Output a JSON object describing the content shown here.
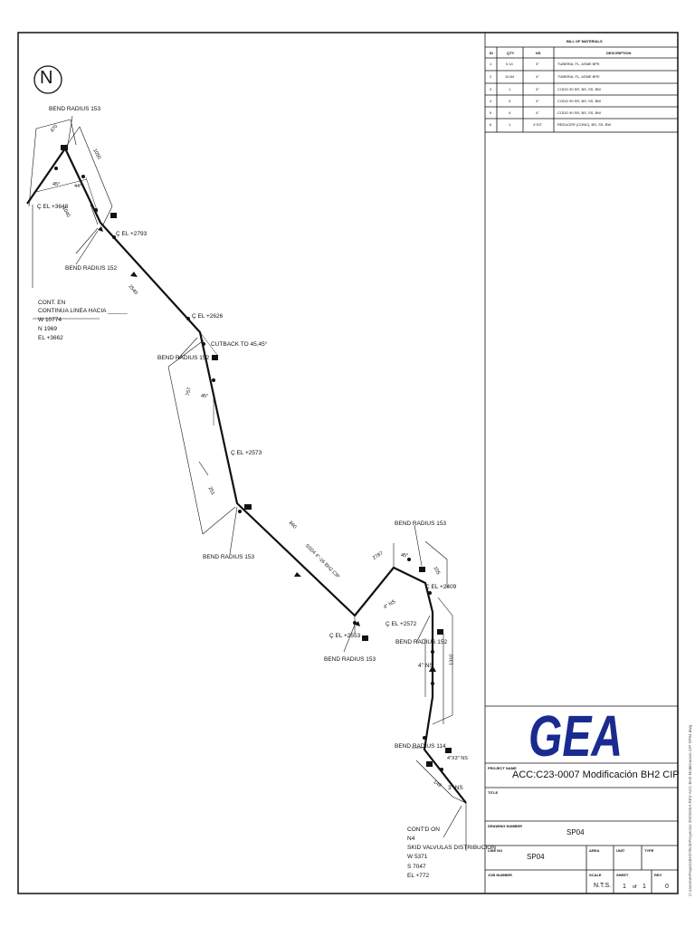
{
  "north": "N",
  "bom": {
    "title": "BILL OF MATERIALS",
    "headers": [
      "ID",
      "QTY",
      "NS",
      "DESCRIPTION"
    ],
    "rows": [
      [
        "1",
        "0.14",
        "3\"",
        "TUBERIA, FL, ASME BPE"
      ],
      [
        "2",
        "10.84",
        "4\"",
        "TUBERIA, FL, ASME BPE"
      ],
      [
        "3",
        "1",
        "3\"",
        "CODO 90 SR, BS, SS, BW"
      ],
      [
        "4",
        "3",
        "4\"",
        "CODO 90 SR, BS, SS, BW"
      ],
      [
        "5",
        "4",
        "4\"",
        "CODO 90 SR, BS, SS, BW"
      ],
      [
        "6",
        "1",
        "4\"X3\"",
        "REDUCER (CONC), BS, SS, BW"
      ]
    ]
  },
  "labels": {
    "bend1": "BEND RADIUS 153",
    "bend2": "BEND RADIUS 152",
    "bend3": "BEND RADIUS 152",
    "bend4": "BEND RADIUS 153",
    "bend5": "BEND RADIUS 153",
    "bend6": "BEND RADIUS 153",
    "bend7": "BEND RADIUS 152",
    "bend8": "BEND RADIUS 114",
    "el1": "Ç EL +3648",
    "el2": "Ç EL +2793",
    "el3": "Ç EL +2626",
    "el4": "Ç EL +2573",
    "el5": "Ç EL +2553",
    "el6": "Ç EL +2572",
    "el7": "Ç EL +2409",
    "cutback": "CUTBACK TO 45,45°",
    "cont1": [
      "CONT. EN",
      "CONTINUA LINEA HACIA ______",
      "W 10774",
      "N 1969",
      "EL +3662"
    ],
    "cont2": [
      "CONT'D ON",
      "N4",
      "SKID VALVULAS DISTRIBUCION",
      "W 5371",
      "S 7047",
      "EL +772"
    ],
    "dims": [
      "470",
      "1050",
      "1040",
      "2540",
      "757",
      "251",
      "860",
      "2787",
      "105",
      "1310",
      "149",
      "45°",
      "44°",
      "45°",
      "45°"
    ],
    "ns1": "4\" NS",
    "ns2": "3\" NS",
    "ns3": "4\"X3\" NS",
    "ns4": "4\" NS",
    "pipe_spec": "SS04 4\"-16 BH2 CIP"
  },
  "title_block": {
    "project_name_label": "PROJECT NAME",
    "project_name": "ACC:C23-0007 Modificación BH2 CIP",
    "title_label": "TITLE",
    "title": "",
    "drawing_number_label": "DRAWING NUMBER",
    "drawing_number": "SP04",
    "line_no_label": "LINE NO",
    "line_no": "SP04",
    "area_label": "AREA",
    "unit_label": "UNIT",
    "type_label": "TYPE",
    "job_number_label": "JOB NUMBER",
    "scale_label": "SCALE",
    "scale": "N.T.S.",
    "sheet_label": "SHEET",
    "sheet": "1",
    "of": "of",
    "sheet_total": "1",
    "rev_label": "REV",
    "rev": "0"
  },
  "logo_text": "GEA",
  "side_path": "C:\\Users\\e\\ProjectsBH2\\Tech\\Proyectos 2023\\GEA REV ACC BH2 Modificacion CIP SP04.dwg",
  "colors": {
    "logo": "#1a2b8f",
    "line": "#111111"
  }
}
